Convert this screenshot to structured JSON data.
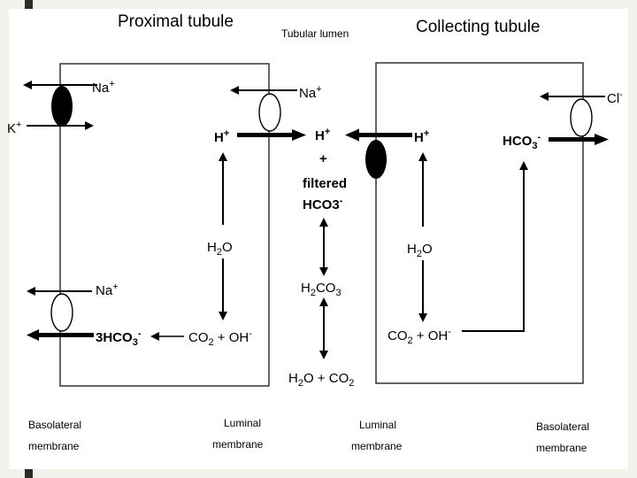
{
  "titles": {
    "proximal": "Proximal tubule",
    "lumen": "Tubular lumen",
    "collecting": "Collecting tubule"
  },
  "proximal": {
    "na_top": "Na",
    "k": "K",
    "na_apical": "Na",
    "h": "H",
    "h2o": "H",
    "h2o_sub": "2",
    "h2o_end": "O",
    "co2": "CO",
    "co2_sub": "2",
    "co2_end": " + OH",
    "na_bottom": "Na",
    "hco3": "3HCO",
    "hco3_sub": "3"
  },
  "lumen": {
    "h": "H",
    "plus": "+",
    "filtered": "filtered",
    "hco3": "HCO3",
    "h2co3_a": "H",
    "h2co3_sub1": "2",
    "h2co3_b": "CO",
    "h2co3_sub2": "3",
    "h2o_co2_a": "H",
    "h2o_co2_sub1": "2",
    "h2o_co2_b": "O + CO",
    "h2o_co2_sub2": "2"
  },
  "collecting": {
    "h": "H",
    "cl": "Cl",
    "hco3": "HCO",
    "hco3_sub": "3",
    "h2o": "H",
    "h2o_sub": "2",
    "h2o_end": "O",
    "co2": "CO",
    "co2_sub": "2",
    "co2_end": " + OH"
  },
  "membranes": {
    "baso_left_1": "Basolateral",
    "baso_left_2": "membrane",
    "lum_left_1": "Luminal",
    "lum_left_2": "membrane",
    "lum_right_1": "Luminal",
    "lum_right_2": "membrane",
    "baso_right_1": "Basolateral",
    "baso_right_2": "membrane"
  },
  "charges": {
    "plus": "+",
    "minus": "-"
  }
}
